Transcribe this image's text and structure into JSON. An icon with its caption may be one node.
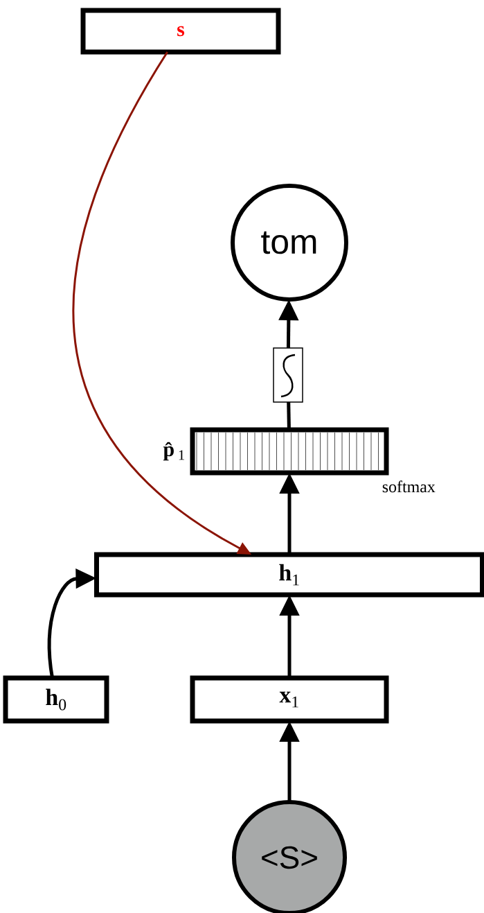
{
  "diagram": {
    "nodes": [
      {
        "text": [
          "s"
        ]
      },
      {
        "text": [
          "tom"
        ]
      },
      {
        "text": [],
        "shape": "box"
      },
      {
        "text": [],
        "shape": "bar",
        "beside": [
          "**p̂**$_{1}$",
          "softmax"
        ]
      },
      {
        "text": [
          "**h**$_{1}$"
        ]
      },
      {
        "text": [
          "**h**$_{0}$"
        ]
      },
      {
        "text": [
          "**x**$_{1}$"
        ]
      },
      {
        "text": [
          "<S>"
        ]
      }
    ],
    "edges": [
      {
        "from": 0,
        "to": 4,
        "arrow": "to",
        "color": "#8b1405"
      },
      {
        "from": 5,
        "to": 4,
        "arrow": "to"
      },
      {
        "from": 4,
        "to": 3,
        "arrow": "to"
      },
      {
        "from": 3,
        "to": 2,
        "arrow": "none"
      },
      {
        "from": 2,
        "to": 1,
        "arrow": "to"
      },
      {
        "from": 6,
        "to": 4,
        "arrow": "to"
      },
      {
        "from": 7,
        "to": 6,
        "arrow": "to"
      }
    ]
  }
}
